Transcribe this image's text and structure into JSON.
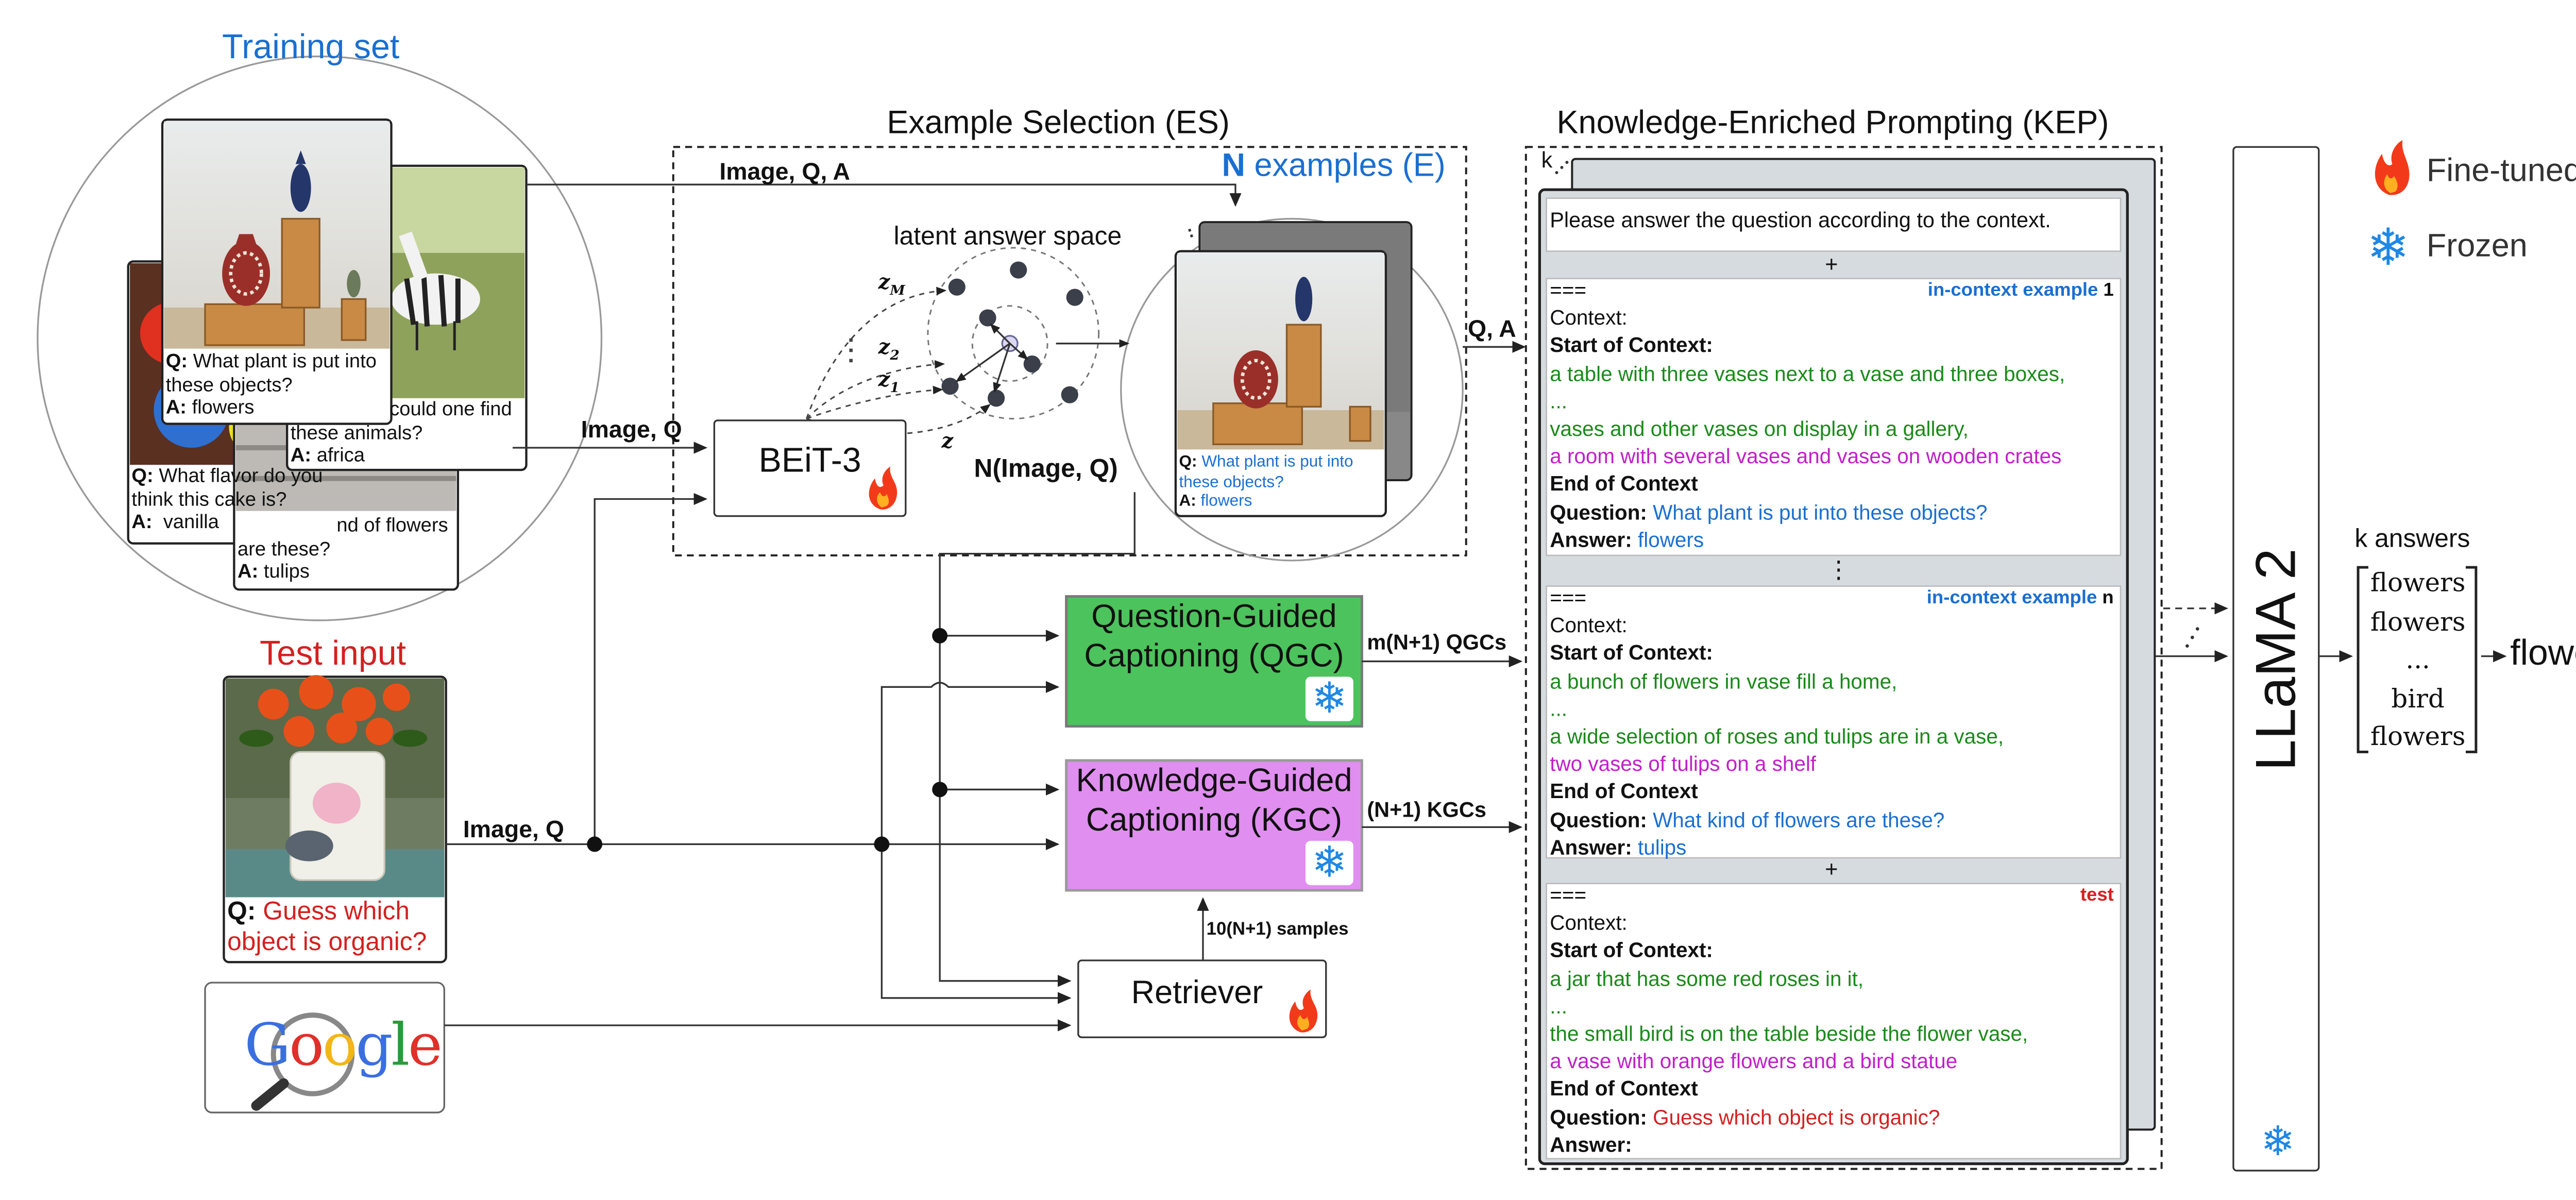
{
  "titles": {
    "training_set": "Training set",
    "test_input": "Test input",
    "es": "Example Selection (ES)",
    "kep": "Knowledge-Enriched Prompting (KEP)"
  },
  "legend": {
    "finetuned": "Fine-tuned",
    "frozen": "Frozen"
  },
  "training_cards": [
    {
      "q": "What plant is put into these objects?",
      "a": "flowers"
    },
    {
      "q": "Where could one find these animals?",
      "q_visible": "could one find these animals?",
      "a": "africa"
    },
    {
      "q": "What flavor do you think this cake is?",
      "a": "vanilla"
    },
    {
      "q": "What kind of flowers are these?",
      "q_visible": "nd of flowers are these?",
      "a": "tulips"
    }
  ],
  "test_card": {
    "q_label": "Q:",
    "q": "Guess which object is organic?"
  },
  "es": {
    "edge_top": "Image, Q, A",
    "n_examples_bold": "N",
    "n_examples_rest": " examples (E)",
    "latent": "latent answer space",
    "n_image_q": "N(Image, Q)",
    "z_labels": [
      "z",
      "M",
      "z",
      "2",
      "z",
      "1",
      "z"
    ],
    "beit": "BEiT-3",
    "example_card": {
      "q": "What plant is put into these objects?",
      "a": "flowers"
    }
  },
  "edges": {
    "image_q_top": "Image, Q",
    "image_q_bottom": "Image, Q",
    "q_a": "Q, A",
    "qgc_out": "m(N+1) QGCs",
    "kgc_out": "(N+1) KGCs",
    "samples": "10(N+1) samples"
  },
  "modules": {
    "qgc_line1": "Question-Guided",
    "qgc_line2": "Captioning (QGC)",
    "kgc_line1": "Knowledge-Guided",
    "kgc_line2": "Captioning (KGC)",
    "retriever": "Retriever",
    "google": [
      "G",
      "o",
      "o",
      "g",
      "l",
      "e"
    ]
  },
  "kep": {
    "stack_label": "k",
    "instruction": "Please answer the question according to the context.",
    "plus": "+",
    "vdots": "⋮",
    "example1": {
      "sep": "===",
      "tag": "in-context example",
      "num": "1",
      "context": "Context:",
      "start": "Start of Context:",
      "caps_green": [
        "a table with three vases next to a vase and three boxes,",
        "...",
        "vases and other vases on display in a gallery,"
      ],
      "cap_magenta": "a room with several vases and vases on wooden crates",
      "end": "End of Context",
      "q_label": "Question:",
      "q": "What plant is put into these objects?",
      "a_label": "Answer:",
      "a": "flowers"
    },
    "example_n": {
      "sep": "===",
      "tag": "in-context example",
      "num": "n",
      "context": "Context:",
      "start": "Start of Context:",
      "caps_green": [
        "a bunch of flowers in vase fill a home,",
        "...",
        "a wide selection of roses and tulips are in a vase,"
      ],
      "cap_magenta": "two vases of tulips on a shelf",
      "end": "End of Context",
      "q_label": "Question:",
      "q": "What kind of flowers are these?",
      "a_label": "Answer:",
      "a": "tulips"
    },
    "test": {
      "sep": "===",
      "tag": "test",
      "context": "Context:",
      "start": "Start of Context:",
      "caps_green": [
        "a jar that has some red roses in it,",
        "...",
        "the small bird is on the table beside the flower vase,"
      ],
      "cap_magenta": "a vase with orange flowers and a bird statue",
      "end": "End of Context",
      "q_label": "Question:",
      "q": "Guess which object is organic?",
      "a_label": "Answer:"
    }
  },
  "llm": "LLaMA 2",
  "answers": {
    "title": "k answers",
    "items": [
      "flowers",
      "flowers",
      "...",
      "bird",
      "flowers"
    ],
    "final": "flowers"
  },
  "colors": {
    "qgc": "#4cc35c",
    "kgc": "#e08ef0",
    "blue": "#1a6fd1",
    "red": "#d42020",
    "green": "#1a8a1a",
    "magenta": "#c020c8",
    "panel_gray": "#d6dbe0"
  }
}
